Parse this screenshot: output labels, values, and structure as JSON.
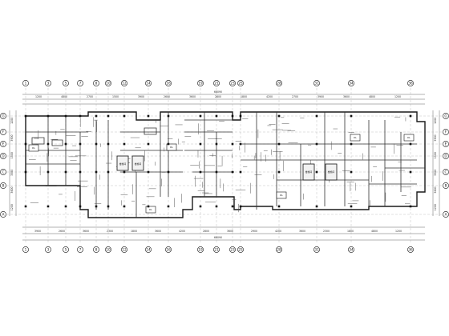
{
  "top_axes": [
    {
      "id": "1"
    },
    {
      "id": "3"
    },
    {
      "id": "5"
    },
    {
      "id": "7"
    },
    {
      "id": "8"
    },
    {
      "id": "10"
    },
    {
      "id": "12"
    },
    {
      "id": "14"
    },
    {
      "id": "16"
    },
    {
      "id": "19"
    },
    {
      "id": "21"
    },
    {
      "id": "23"
    },
    {
      "id": "25"
    },
    {
      "id": "28"
    },
    {
      "id": "31"
    },
    {
      "id": "34"
    },
    {
      "id": "36"
    }
  ],
  "side_axes": [
    {
      "id": "G"
    },
    {
      "id": "F"
    },
    {
      "id": "E"
    },
    {
      "id": "D"
    },
    {
      "id": "C"
    },
    {
      "id": "B"
    },
    {
      "id": "A"
    }
  ],
  "top_dims_inner": [
    "1200",
    "4800",
    "2700",
    "1500",
    "3900",
    "2600",
    "3600",
    "2800",
    "1800",
    "4200",
    "2700",
    "3900",
    "3600",
    "4800",
    "1200"
  ],
  "top_dims_overall": [
    "66090"
  ],
  "bottom_dims_inner": [
    "3900",
    "2600",
    "3600",
    "2300",
    "1800",
    "3600",
    "4200",
    "2800",
    "3600",
    "2900",
    "4200",
    "3600",
    "2300",
    "1800",
    "4800",
    "1200"
  ],
  "bottom_dims_overall": [
    "66090"
  ],
  "left_dims": [
    "1200",
    "3900",
    "1500",
    "3300",
    "3600",
    "1200"
  ],
  "right_dims": [
    "1200",
    "3900",
    "1500",
    "3300",
    "3600",
    "1200"
  ],
  "stair_labels": [
    "楼梯间",
    "楼梯间",
    "楼梯间",
    "楼梯间"
  ],
  "room_tags": [
    "DL",
    "DL",
    "DL",
    "DL",
    "DL",
    "DL"
  ],
  "colors": {
    "ink": "#1a1a1a",
    "dim": "#555555",
    "grid": "#9a9a9a",
    "paper": "#ffffff"
  }
}
